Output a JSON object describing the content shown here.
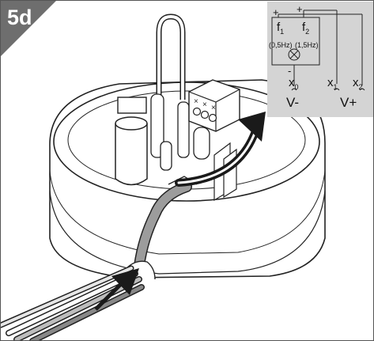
{
  "step": {
    "label": "5d"
  },
  "schematic": {
    "plus_left": "+",
    "plus_right": "+",
    "terminal_1": "f",
    "terminal_1_sub": "1",
    "terminal_2": "f",
    "terminal_2_sub": "2",
    "freq_1": "(0,5Hz)",
    "freq_2": "(1,5Hz)",
    "minus": "-",
    "x0": "x",
    "x0_sub": "0",
    "x1": "x",
    "x1_sub": "1",
    "x2": "x",
    "x2_sub": "2",
    "v_minus": "V-",
    "v_plus": "V+"
  },
  "colors": {
    "badge": "#6e6e6e",
    "schematic_bg": "#d4d4d4",
    "cable": "#9c9c9c",
    "arrow": "#1a1a1a"
  },
  "icons": {
    "lamp": "lamp-cross-icon",
    "arrow_cable": "curved-arrow-icon",
    "arrow_wires": "insert-arrow-icon"
  }
}
